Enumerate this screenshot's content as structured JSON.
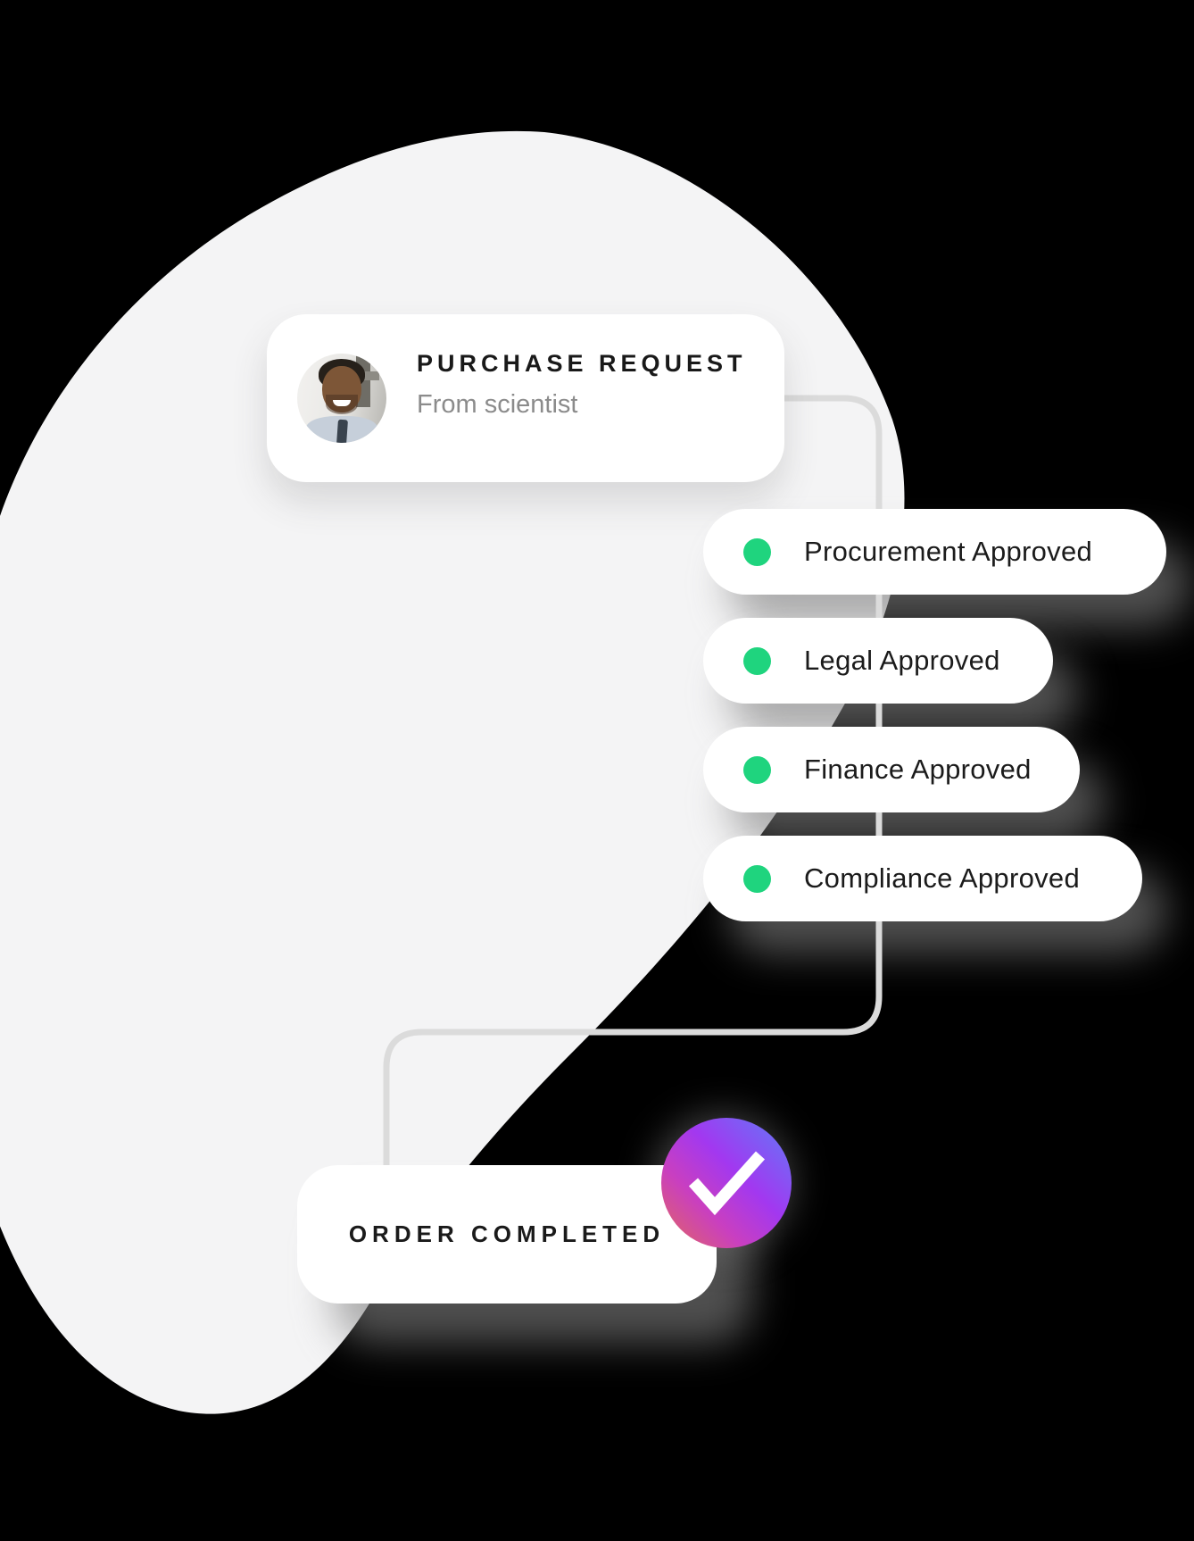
{
  "illustration": {
    "purchase_card": {
      "title": "PURCHASE REQUEST",
      "subtitle": "From scientist"
    },
    "approvals": [
      {
        "label": "Procurement Approved",
        "status": "approved"
      },
      {
        "label": "Legal Approved",
        "status": "approved"
      },
      {
        "label": "Finance Approved",
        "status": "approved"
      },
      {
        "label": "Compliance Approved",
        "status": "approved"
      }
    ],
    "completed_card": {
      "title": "ORDER COMPLETED"
    },
    "colors": {
      "approval_dot_green": "#1FD47E",
      "badge_gradient": [
        "#5F7CF8",
        "#A238F0",
        "#C93FC0",
        "#E2685C"
      ],
      "check_mark": "#FFFFFF",
      "background_blob": "#F4F4F5",
      "connector_line": "#DBDBDB",
      "card_background": "#FFFFFF",
      "text_primary": "#1A1A1A",
      "text_secondary": "#8B8B8B"
    }
  }
}
